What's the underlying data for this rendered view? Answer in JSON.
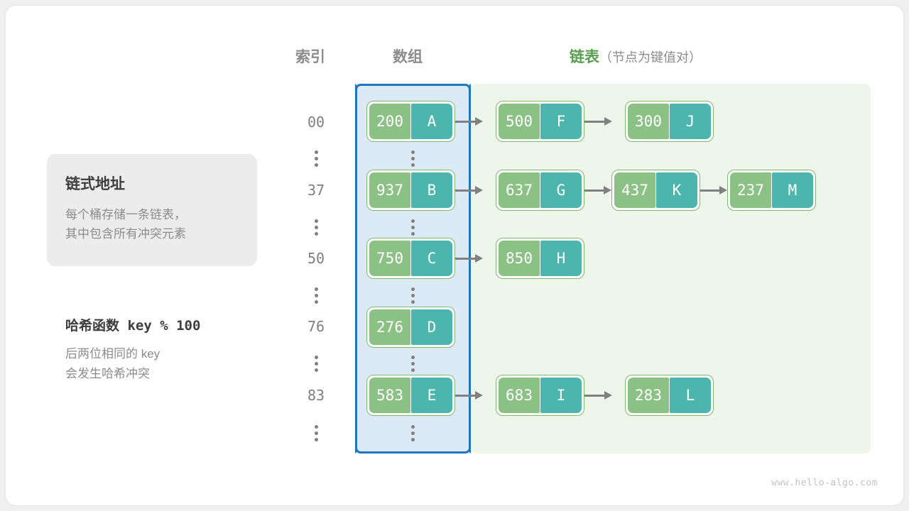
{
  "headers": {
    "index": "索引",
    "array": "数组",
    "list_main": "链表",
    "list_sub": "（节点为键值对）"
  },
  "info_box": {
    "title": "链式地址",
    "line1": "每个桶存储一条链表，",
    "line2": "其中包含所有冲突元素"
  },
  "hash_note": {
    "title": "哈希函数 key % 100",
    "line1": "后两位相同的 key",
    "line2": "会发生哈希冲突"
  },
  "colors": {
    "key_fill": "#8cc185",
    "value_fill": "#4cb5ad",
    "node_border": "#7fb86f",
    "array_panel_fill": "#dceaf7",
    "array_panel_border": "#1f77c4",
    "list_panel_fill": "#eef6ec",
    "arrow": "#808080",
    "accent_green": "#5a9e50"
  },
  "buckets": [
    {
      "index": "00",
      "array_node": {
        "key": "200",
        "value": "A"
      },
      "chain": [
        {
          "key": "500",
          "value": "F"
        },
        {
          "key": "300",
          "value": "J"
        }
      ]
    },
    {
      "index": "37",
      "array_node": {
        "key": "937",
        "value": "B"
      },
      "chain": [
        {
          "key": "637",
          "value": "G"
        },
        {
          "key": "437",
          "value": "K"
        },
        {
          "key": "237",
          "value": "M"
        }
      ]
    },
    {
      "index": "50",
      "array_node": {
        "key": "750",
        "value": "C"
      },
      "chain": [
        {
          "key": "850",
          "value": "H"
        }
      ]
    },
    {
      "index": "76",
      "array_node": {
        "key": "276",
        "value": "D"
      },
      "chain": []
    },
    {
      "index": "83",
      "array_node": {
        "key": "583",
        "value": "E"
      },
      "chain": [
        {
          "key": "683",
          "value": "I"
        },
        {
          "key": "283",
          "value": "L"
        }
      ]
    }
  ],
  "watermark": "www.hello-algo.com"
}
